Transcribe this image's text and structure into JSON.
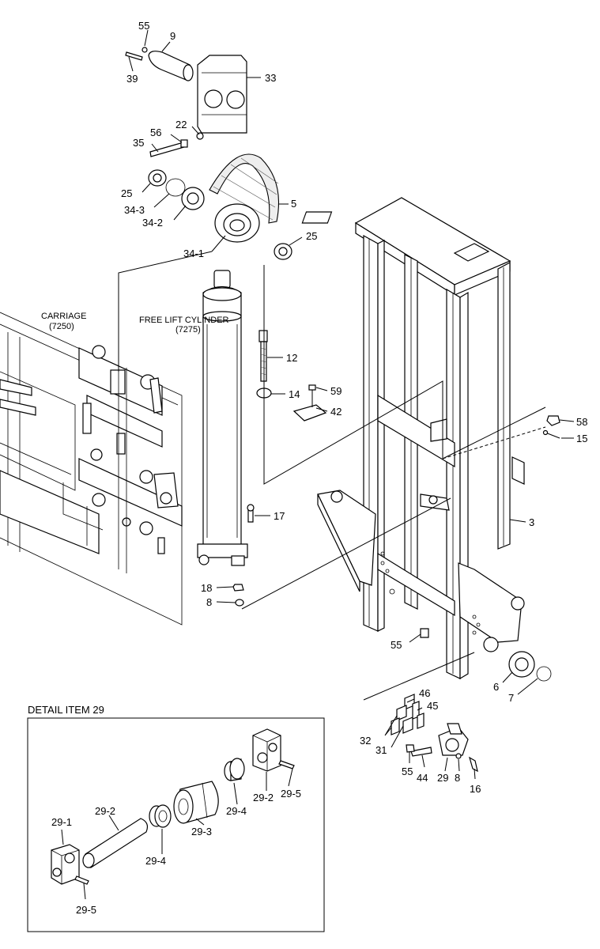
{
  "callouts": {
    "c55a": "55",
    "c9": "9",
    "c39": "39",
    "c33": "33",
    "c22": "22",
    "c56": "56",
    "c35": "35",
    "c25a": "25",
    "c34_3": "34-3",
    "c34_2": "34-2",
    "c5": "5",
    "c25b": "25",
    "c34_1": "34-1",
    "c12": "12",
    "c14": "14",
    "c59": "59",
    "c42": "42",
    "c58": "58",
    "c15": "15",
    "c3": "3",
    "c17": "17",
    "c18": "18",
    "c8a": "8",
    "c55b": "55",
    "c6": "6",
    "c7": "7",
    "c46": "46",
    "c45": "45",
    "c32": "32",
    "c31": "31",
    "c55c": "55",
    "c44": "44",
    "c29": "29",
    "c8b": "8",
    "c16": "16"
  },
  "assembly_labels": {
    "carriage": "CARRIAGE",
    "carriage_no": "(7250)",
    "free_lift": "FREE LIFT CYLINDER",
    "free_lift_no": "(7275)"
  },
  "detail": {
    "title": "DETAIL ITEM 29",
    "c29_1": "29-1",
    "c29_2a": "29-2",
    "c29_4a": "29-4",
    "c29_3": "29-3",
    "c29_4b": "29-4",
    "c29_2b": "29-2",
    "c29_5a": "29-5",
    "c29_5b": "29-5"
  }
}
